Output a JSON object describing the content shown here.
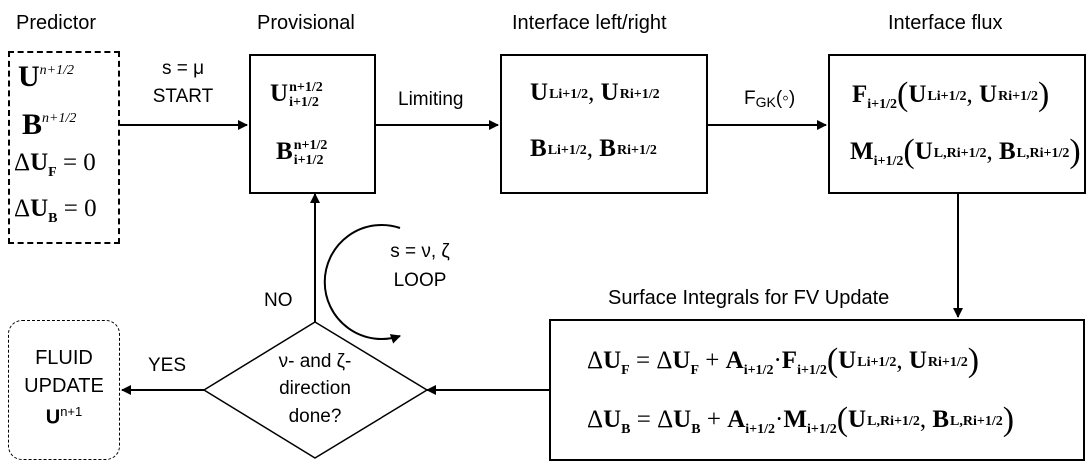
{
  "headings": {
    "predictor": "Predictor",
    "provisional": "Provisional",
    "interface_lr": "Interface left/right",
    "interface_flux": "Interface flux",
    "surface": "Surface Integrals for FV Update"
  },
  "edges": {
    "start_line1": "s = μ",
    "start_line2": "START",
    "limiting": "Limiting",
    "fgk_main": "F",
    "fgk_sub": "GK",
    "fgk_arg": "(◦)",
    "no": "NO",
    "yes": "YES",
    "loop_line1": "s = ν, ζ",
    "loop_line2": "LOOP"
  },
  "decision": {
    "line1": "ν- and ζ-",
    "line2": "direction",
    "line3": "done?"
  },
  "fluid": {
    "line1": "FLUID",
    "line2": "UPDATE",
    "var": "U",
    "sup": "n+1"
  },
  "symbols": {
    "U": "U",
    "B": "B",
    "F": "F",
    "M": "M",
    "A": "A",
    "delta": "Δ",
    "n_half": "n+1/2",
    "i_half": "i+1/2",
    "L": "L",
    "R": "R",
    "LR": "L,R",
    "eq_zero": "= 0",
    "eq": "=",
    "plus": "+",
    "dot": "·",
    "comma": ","
  }
}
